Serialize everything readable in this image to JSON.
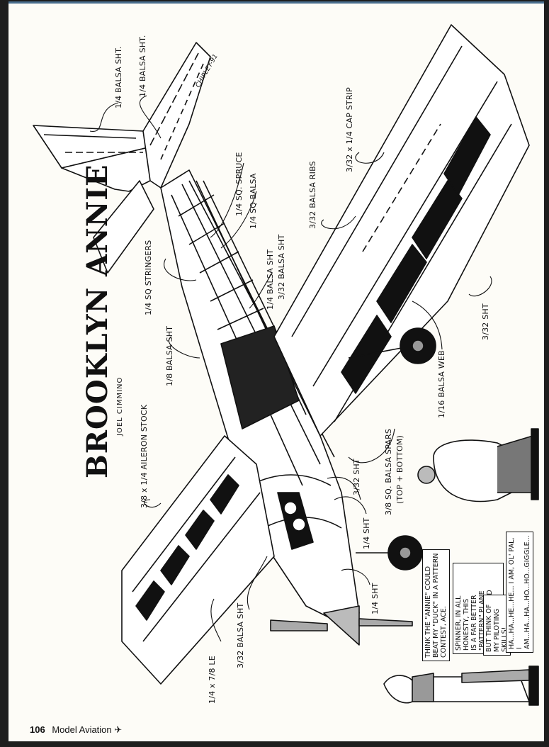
{
  "page": {
    "title": "BROOKLYN ANNIE",
    "author": "JOEL CIMMINO",
    "artist_signature": "CHIPLEY-91"
  },
  "labels": {
    "stab_sheet": "1/4 BALSA SHT.",
    "fin_sheet": "1/4 BALSA SHT.",
    "spruce": "1/4 SQ. SPRUCE",
    "sq_balsa": "1/4 SQ BALSA",
    "fuse_sheet_a": "1/4 BALSA SHT",
    "fuse_sheet_b": "3/32 BALSA SHT",
    "ribs": "3/32 BALSA RIBS",
    "cap_strip": "3/32 x 1/4 CAP STRIP",
    "stringers": "1/4 SQ STRINGERS",
    "side_sheet": "1/8 BALSA SHT",
    "aileron": "3/8 x 1/4 AILERON STOCK",
    "spars": "3/8 SQ. BALSA SPARS",
    "spars_note": "(TOP + BOTTOM)",
    "web": "1/16 BALSA WEB",
    "wing_sheet": "3/32 SHT",
    "cowl_sheet_a": "3/32 SHT",
    "cowl_sheet_b": "1/4 SHT",
    "nose_sheet": "1/4 SHT",
    "le_sheet": "3/32 BALSA SHT",
    "leading_edge": "1/4 x 7/8 LE"
  },
  "cartoon": {
    "bubbles": [
      "THINK THE \"ANNIE\" COULD\nBEAT MY \"DUCK\" IN A PATTERN\nCONTEST, ACE.",
      "SPINNER, IN ALL HONESTY, THIS\nIS A FAR BETTER \"PATTERN\" PLANE\nTHAN YOUR \"MUD DUCK\".",
      "BUT THINK OF MY PILOTING\nSKILLS!",
      "HA...HA...HE...HE... I AM, OL' PAL,\nI AM...HA...HA...HO...HO...GIGGLE..."
    ]
  },
  "footer": {
    "page_number": "106",
    "magazine": "Model Aviation",
    "icon": "airplane-icon"
  }
}
